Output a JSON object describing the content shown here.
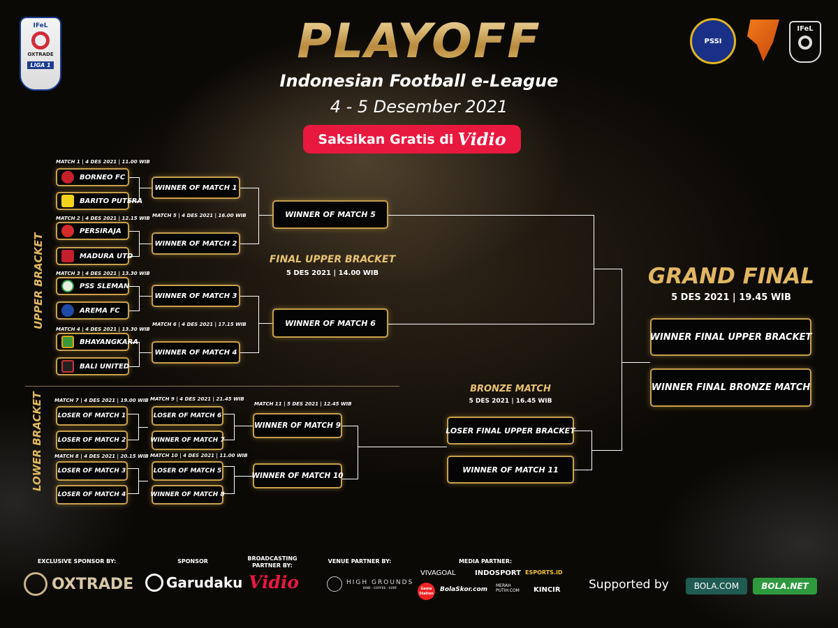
{
  "header": {
    "title": "PLAYOFF",
    "subtitle": "Indonesian Football e-League",
    "dates": "4 - 5 Desember 2021",
    "watch_text": "Saksikan Gratis di",
    "watch_brand": "Vidio"
  },
  "logos": {
    "left": [
      "IFeL",
      "OXTRADE",
      "LIGA 1"
    ],
    "right": [
      "PSSI",
      "IFeL"
    ]
  },
  "sections": {
    "upper": "UPPER BRACKET",
    "lower": "LOWER BRACKET"
  },
  "upper": {
    "r1": [
      {
        "label": "MATCH 1 | 4 DES 2021 | 11.00 WIB",
        "teams": [
          {
            "name": "BORNEO FC",
            "color": "#c8202a"
          },
          {
            "name": "BARITO PUTERA",
            "color": "#f2d31b"
          }
        ]
      },
      {
        "label": "MATCH 2 | 4 DES 2021 | 12.15 WIB",
        "teams": [
          {
            "name": "PERSIRAJA",
            "color": "#d42b2b"
          },
          {
            "name": "MADURA UTD",
            "color": "#c41f2a"
          }
        ]
      },
      {
        "label": "MATCH 3 | 4 DES 2021 | 13.30 WIB",
        "teams": [
          {
            "name": "PSS SLEMAN",
            "color": "#2e9b4b"
          },
          {
            "name": "AREMA FC",
            "color": "#1d4aa3"
          }
        ]
      },
      {
        "label": "MATCH 4 | 4 DES 2021 | 13.30 WIB",
        "teams": [
          {
            "name": "BHAYANGKARA",
            "color": "#e3a217"
          },
          {
            "name": "BALI UNITED",
            "color": "#222222"
          }
        ]
      }
    ],
    "r2": [
      "WINNER OF MATCH 1",
      "WINNER OF MATCH 2",
      "WINNER OF MATCH 3",
      "WINNER OF MATCH 4"
    ],
    "r2_labels": [
      "MATCH 5 | 4 DES 2021 | 16.00 WIB",
      "MATCH 6 | 4 DES 2021 | 17.15 WIB"
    ],
    "r3": [
      "WINNER OF MATCH 5",
      "WINNER OF MATCH 6"
    ],
    "final_title": "FINAL UPPER BRACKET",
    "final_date": "5 DES 2021 | 14.00 WIB"
  },
  "lower": {
    "r1_labels": [
      "MATCH 7 | 4 DES 2021 | 19.00 WIB",
      "MATCH 8 | 4 DES 2021 | 20.15 WIB"
    ],
    "r1": [
      "LOSER OF MATCH 1",
      "LOSER OF MATCH 2",
      "LOSER OF MATCH 3",
      "LOSER OF MATCH 4"
    ],
    "r2_labels": [
      "MATCH 9 | 4 DES 2021 | 21.45 WIB",
      "MATCH 10 | 4 DES 2021 | 11.00 WIB"
    ],
    "r2": [
      "LOSER OF MATCH 6",
      "WINNER OF MATCH 7",
      "LOSER OF MATCH 5",
      "WINNER OF MATCH 8"
    ],
    "r3_label": "MATCH 11 | 5 DES 2021 | 12.45 WIB",
    "r3": [
      "WINNER OF MATCH 9",
      "WINNER OF MATCH 10"
    ]
  },
  "bronze": {
    "title": "BRONZE MATCH",
    "date": "5 DES 2021 | 16.45 WIB",
    "slots": [
      "LOSER FINAL UPPER BRACKET",
      "WINNER OF MATCH 11"
    ]
  },
  "grand_final": {
    "title": "GRAND FINAL",
    "date": "5 DES 2021 | 19.45 WIB",
    "slots": [
      "WINNER FINAL UPPER BRACKET",
      "WINNER FINAL BRONZE MATCH"
    ]
  },
  "sponsors": {
    "exclusive_label": "EXCLUSIVE SPONSOR BY:",
    "exclusive": "OXTRADE",
    "sponsor_label": "SPONSOR",
    "sponsor": "Garudaku",
    "broadcast_label": "BROADCASTING PARTNER BY:",
    "broadcast": "Vidio",
    "venue_label": "VENUE PARTNER BY:",
    "venue": "HIGH GROUNDS",
    "venue_sub": "DINE · COFFEE · SURF",
    "media_label": "MEDIA PARTNER:",
    "media": [
      "VIVAGOAL",
      "INDOSPORT",
      "ESPORTS.ID",
      "Game Station",
      "BolaSkor.com",
      "MERAH PUTIH.COM",
      "KINCIR"
    ],
    "supported_label": "Supported by",
    "supported": [
      "BOLA.COM",
      "BOLA.NET"
    ]
  },
  "colors": {
    "gold": "#c9a04c",
    "red": "#e9183f"
  }
}
